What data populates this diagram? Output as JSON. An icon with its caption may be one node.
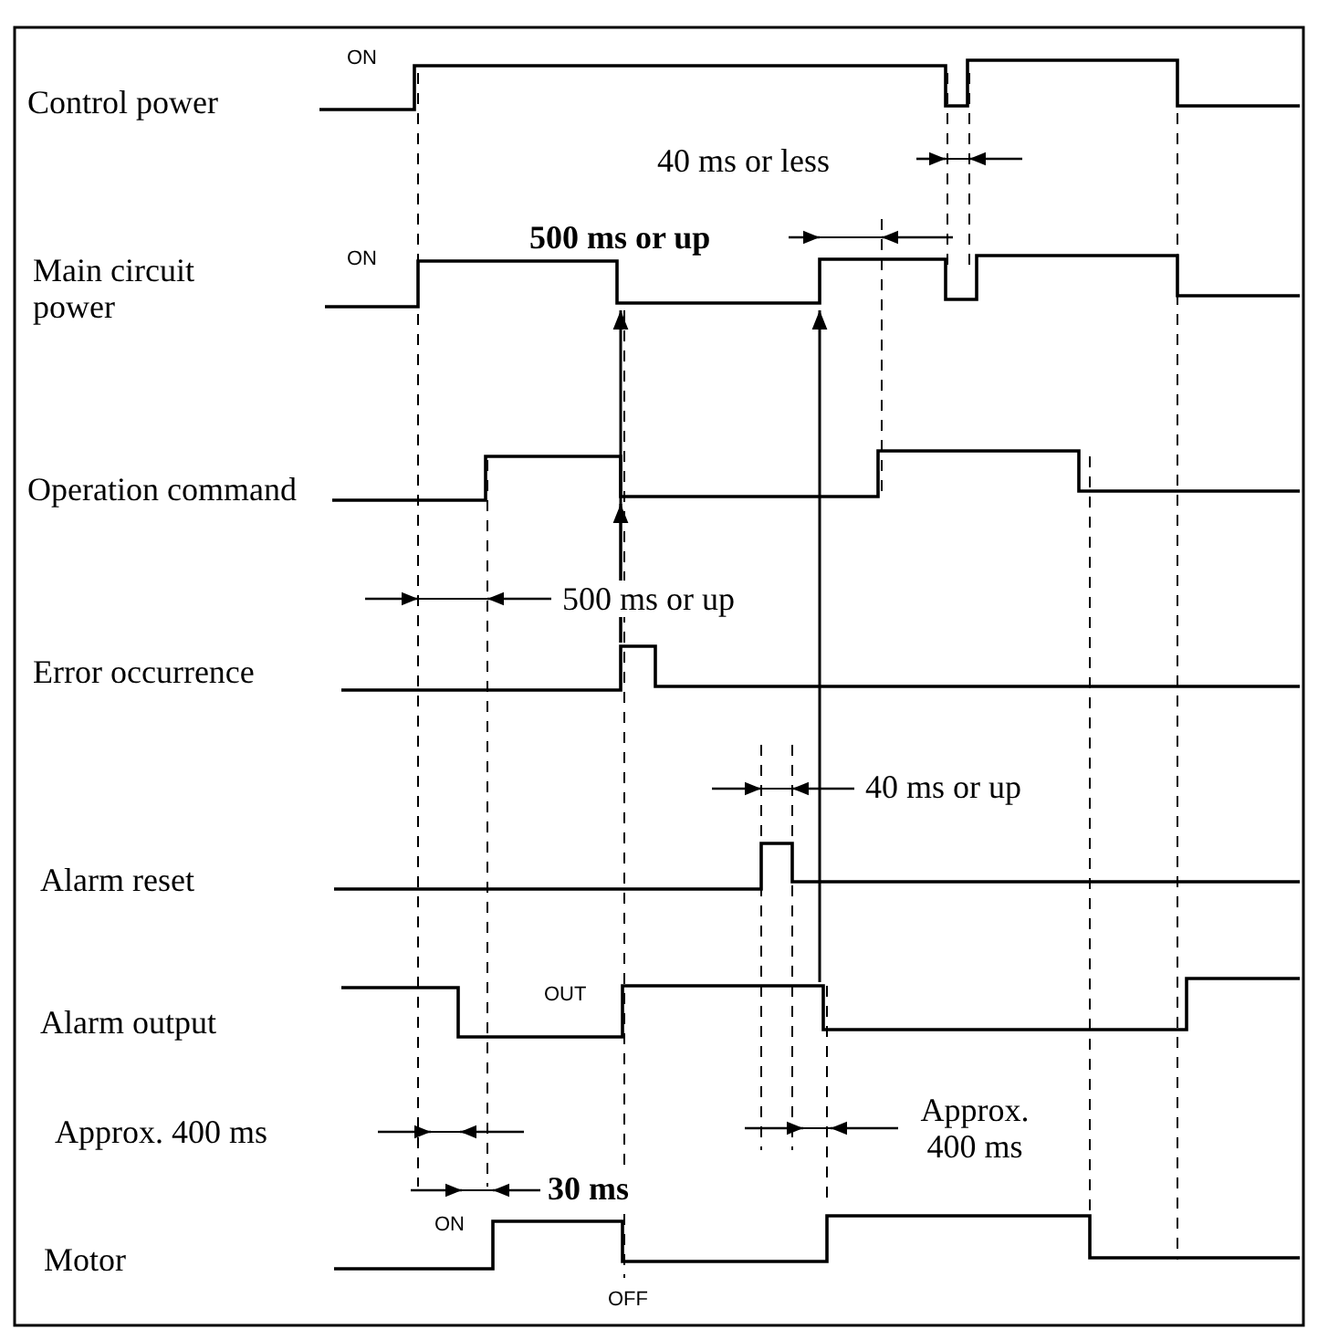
{
  "diagram": {
    "labels": [
      "ON",
      "Control power",
      "40 ms or less",
      "500 ms or up",
      "Main circuit power",
      "ON",
      "Operation command",
      "500 ms or up",
      "Error occurrence",
      "40 ms or up",
      "Alarm reset",
      "OUT",
      "Alarm output",
      "Approx. 400 ms",
      "Approx. 400 ms",
      "30 ms",
      "ON",
      "Motor",
      "OFF"
    ]
  }
}
